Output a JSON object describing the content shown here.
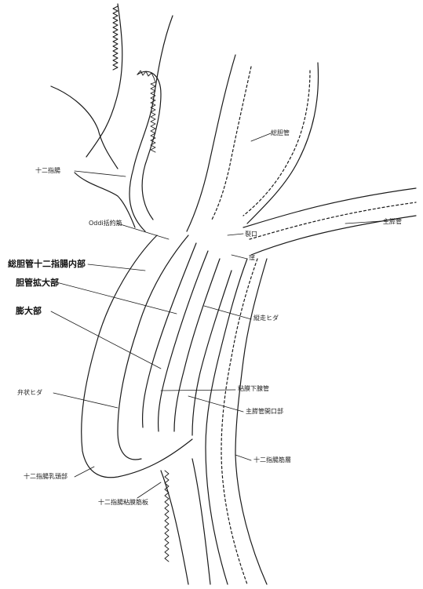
{
  "labels": {
    "duodenum": "十二指腸",
    "common_bile_duct": "総胆管",
    "main_pancreatic_duct": "主膵管",
    "oddi_sphincter": "Oddi括約筋",
    "notch": "裂口",
    "recess": "窪",
    "cbd_intraduodenal_part": "総胆管十二指腸内部",
    "cbd_dilated_part": "胆管拡大部",
    "ampulla_dilated_part": "膨大部",
    "longitudinal_folds": "縦走ヒダ",
    "valvular_folds": "弁状ヒダ",
    "submucosal_glands": "粘膜下腺管",
    "pancreatic_duct_opening": "主膵管開口部",
    "duodenal_muscle_layer": "十二指腸筋層",
    "duodenal_papilla": "十二指腸乳頭部",
    "duodenal_mucosal_muscle": "十二指腸粘膜筋板"
  }
}
